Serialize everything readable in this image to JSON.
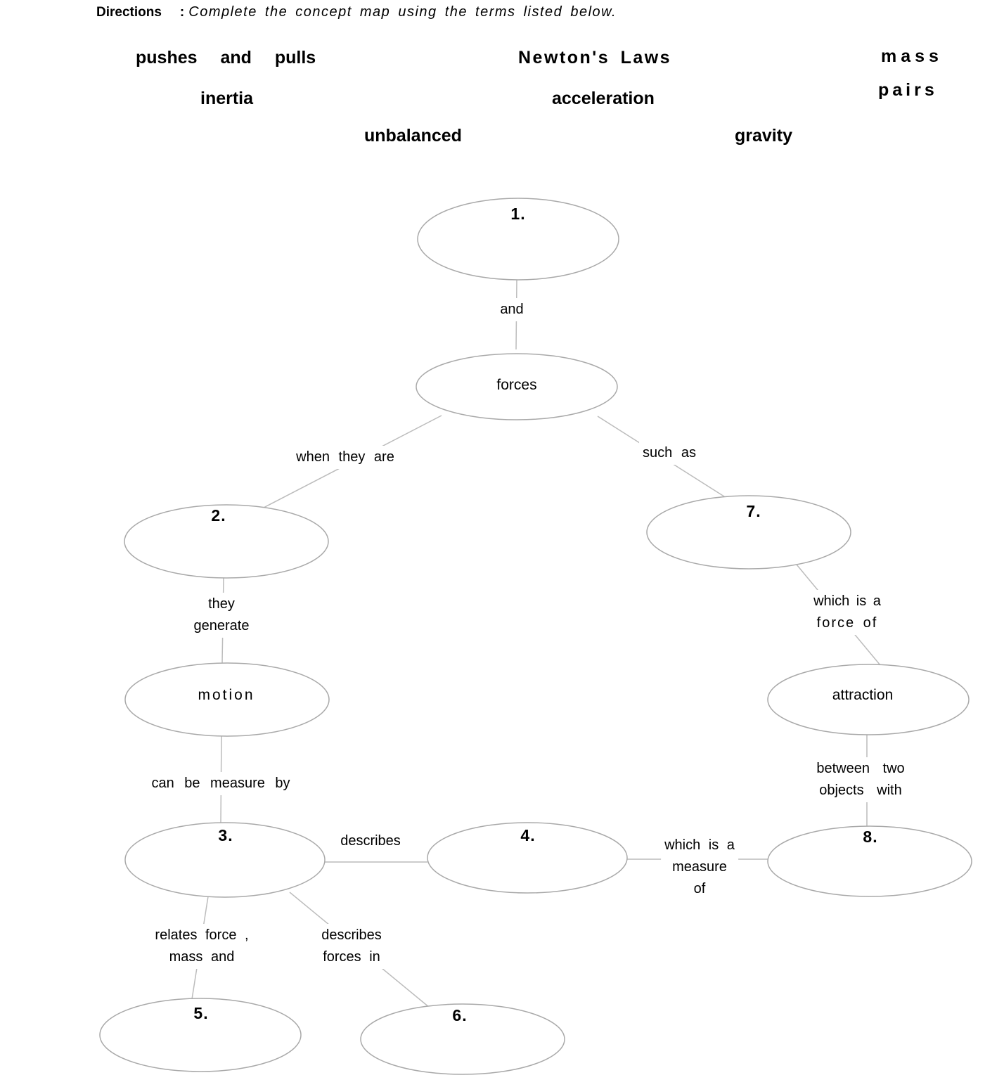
{
  "directions": {
    "label": "Directions",
    "separator": ":",
    "text": "Complete the concept map using the terms listed below."
  },
  "word_bank": {
    "pushes_and_pulls": "pushes and pulls",
    "newtons_laws": "Newton's Laws",
    "mass": "mass",
    "inertia": "inertia",
    "acceleration": "acceleration",
    "pairs": "pairs",
    "unbalanced": "unbalanced",
    "gravity": "gravity"
  },
  "nodes": {
    "n1": "1.",
    "forces": "forces",
    "n2": "2.",
    "n7": "7.",
    "motion": "motion",
    "attraction": "attraction",
    "n3": "3.",
    "n4": "4.",
    "n8": "8.",
    "n5": "5.",
    "n6": "6."
  },
  "connectors": {
    "and": "and",
    "when_they_are": "when they are",
    "such_as": "such as",
    "they": "they",
    "generate": "generate",
    "which_is_a": "which is a",
    "force_of": "force of",
    "can_be_measure_by": "can be measure by",
    "between_two": "between two",
    "objects_with": "objects with",
    "describes": "describes",
    "which_is_a_2": "which is a",
    "measure": "measure",
    "of": "of",
    "relates_force": "relates force ,",
    "mass_and": "mass and",
    "describes_2": "describes",
    "forces_in": "forces in"
  },
  "colors": {
    "ellipse_stroke": "#a9a9a9",
    "line_stroke": "#bcbcbc"
  }
}
